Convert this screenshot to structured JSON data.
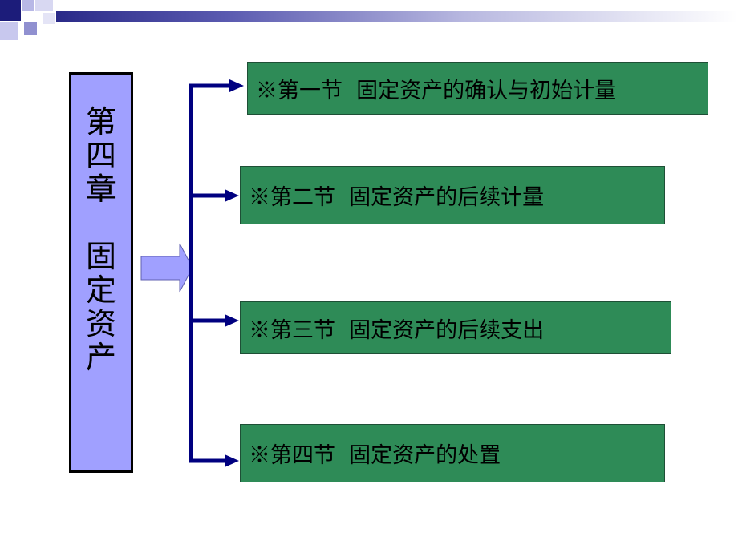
{
  "chapter": {
    "title": "第\n四\n章\n\n固\n定\n资\n产"
  },
  "sections": [
    {
      "label": "※第一节  固定资产的确认与初始计量"
    },
    {
      "label": "※第二节  固定资产的后续计量"
    },
    {
      "label": "※第三节  固定资产的后续支出"
    },
    {
      "label": "※第四节  固定资产的处置"
    }
  ],
  "colors": {
    "chapter_fill": "#a0a0ff",
    "section_fill": "#2e8b57",
    "connector": "#000080",
    "big_arrow": "#a0a0ff"
  }
}
